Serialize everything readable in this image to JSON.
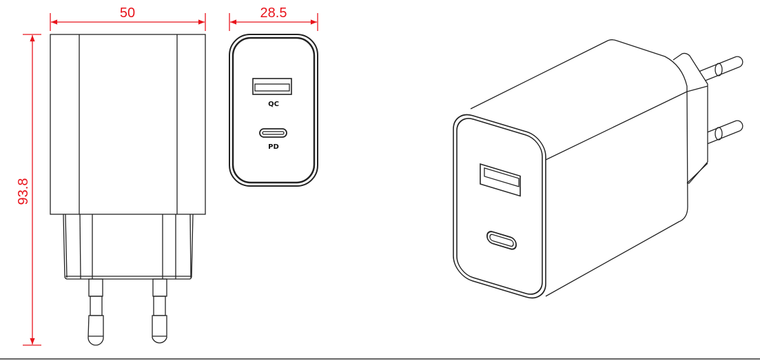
{
  "dimensions": {
    "width": "50",
    "depth": "28.5",
    "height": "93.8"
  },
  "port_labels": {
    "usb_a": "QC",
    "usb_c": "PD"
  },
  "colors": {
    "dimension": "#e8141c",
    "outline": "#222222"
  }
}
